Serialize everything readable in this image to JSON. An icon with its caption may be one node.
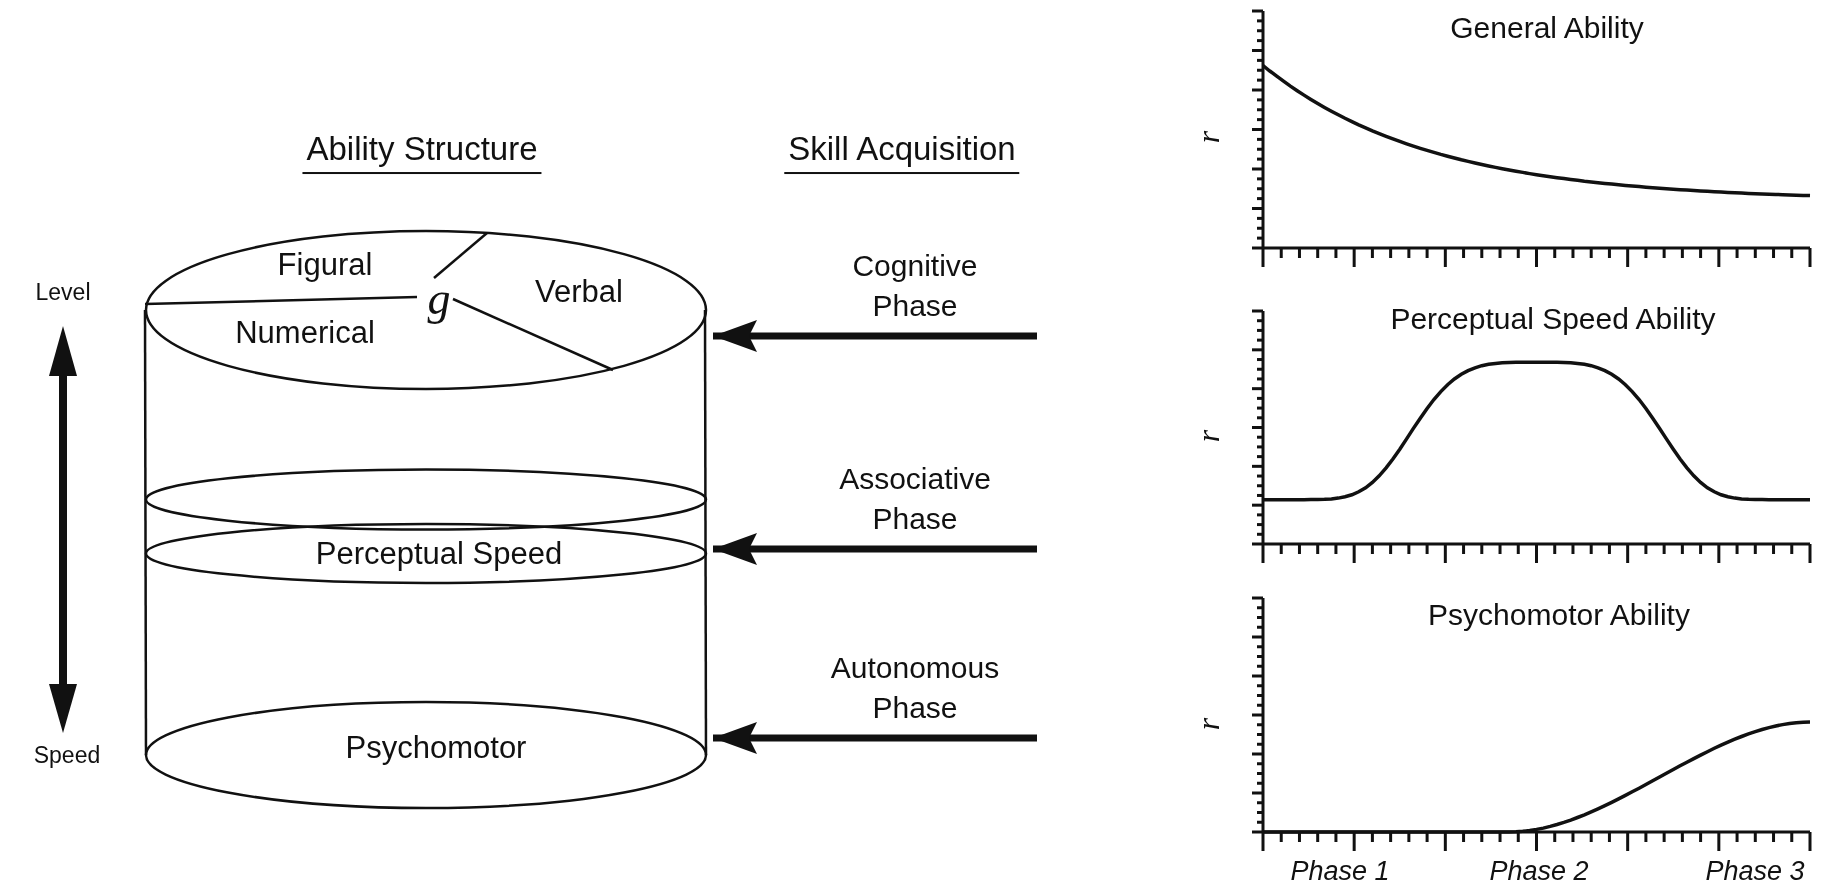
{
  "diagram": {
    "nodes": [
      {
        "text": [
          "Figural",
          "g",
          "Verbal",
          "Numerical"
        ]
      },
      {
        "text": [
          "Perceptual Speed"
        ]
      },
      {
        "text": [
          "Psychomotor"
        ]
      },
      {
        "text": [
          "Cognitive Phase"
        ]
      },
      {
        "text": [
          "Associative Phase"
        ]
      },
      {
        "text": [
          "Autonomous Phase"
        ]
      }
    ],
    "edges": [
      {
        "from": 3,
        "to": 0,
        "arrow": "to"
      },
      {
        "from": 4,
        "to": 1,
        "arrow": "to"
      },
      {
        "from": 5,
        "to": 2,
        "arrow": "to"
      }
    ],
    "labels": [
      "Ability Structure",
      "Skill Acquisition",
      "Level",
      "Speed",
      "General Ability",
      "r",
      "Perceptual Speed Ability",
      "r",
      "Psychomotor Ability",
      "r",
      "Phase 1",
      "Phase 2",
      "Phase 3"
    ]
  }
}
